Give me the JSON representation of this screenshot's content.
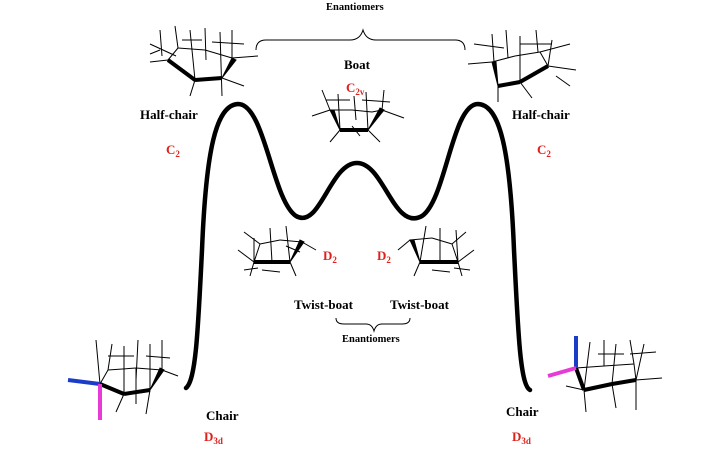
{
  "labels": {
    "enantiomers_top": "Enantiomers",
    "boat": "Boat",
    "half_chair_left": "Half-chair",
    "half_chair_right": "Half-chair",
    "twist_boat_left": "Twist-boat",
    "twist_boat_right": "Twist-boat",
    "enantiomers_bottom": "Enantiomers",
    "chair_left": "Chair",
    "chair_right": "Chair"
  },
  "symmetry": {
    "boat": {
      "main": "C",
      "sub": "2v"
    },
    "half_chair_left": {
      "main": "C",
      "sub": "2"
    },
    "half_chair_right": {
      "main": "C",
      "sub": "2"
    },
    "twist_boat_left": {
      "main": "D",
      "sub": "2"
    },
    "twist_boat_right": {
      "main": "D",
      "sub": "2"
    },
    "chair_left": {
      "main": "D",
      "sub": "3d"
    },
    "chair_right": {
      "main": "D",
      "sub": "3d"
    }
  },
  "colors": {
    "symmetry_label": "#e0201b",
    "energy_curve": "#000000",
    "axial_bond": "#1a3cc9",
    "equatorial_bond": "#e83ad6"
  }
}
